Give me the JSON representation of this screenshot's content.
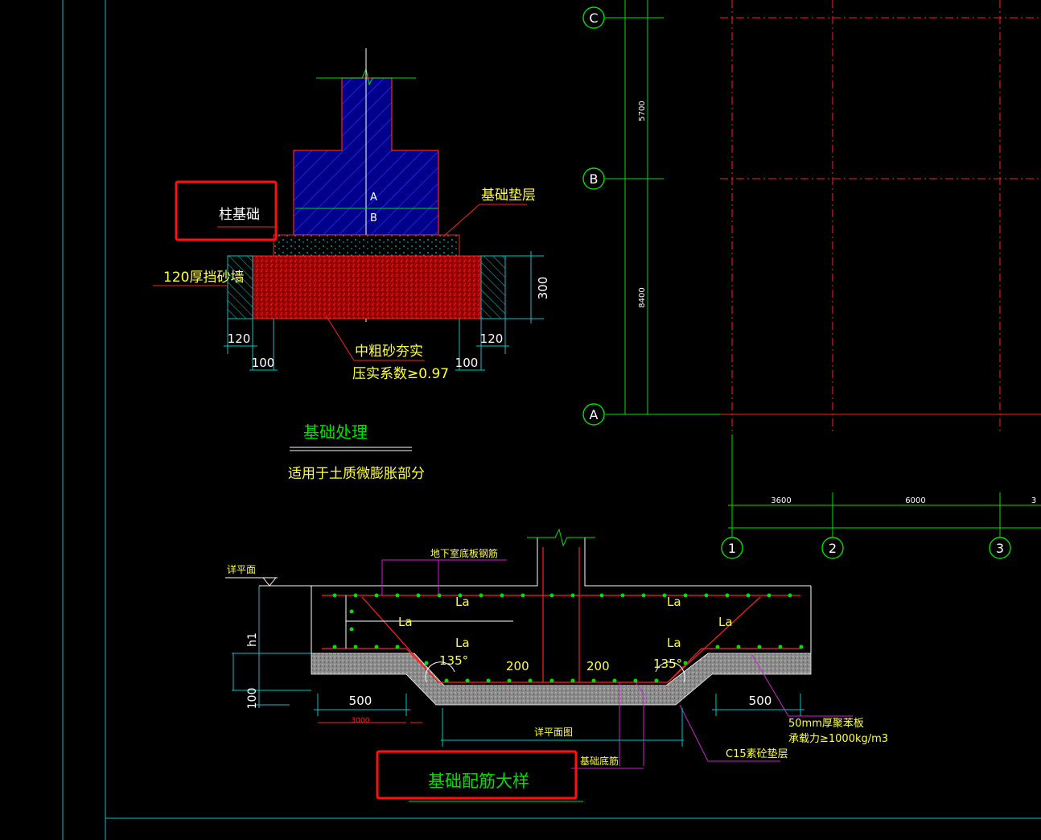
{
  "canvas_bg": "#000000",
  "colors": {
    "frame": "#00c8c8",
    "green": "#00e000",
    "red": "#ff2020",
    "yellow": "#ffff40",
    "magenta": "#d020d0",
    "blue_hatch": "#2020ff",
    "white": "#ffffff",
    "highlight": "#ff1010"
  },
  "grid": {
    "axis_c": "C",
    "axis_b": "B",
    "axis_a": "A",
    "axis_1": "1",
    "axis_2": "2",
    "axis_3": "3",
    "dim_cb": "5700",
    "dim_ba": "8400",
    "dim_12": "3600",
    "dim_23": "6000",
    "dim_3x": "3"
  },
  "column_footing": {
    "section_a": "A",
    "section_b": "B",
    "label_footing": "柱基础",
    "label_cushion": "基础垫层",
    "label_wall": "120厚挡砂墙",
    "dim_height": "300",
    "dim_left_120": "120",
    "dim_left_100": "100",
    "dim_right_120": "120",
    "dim_right_100": "100",
    "note_fill_1": "中粗砂夯实",
    "note_fill_2": "压实系数≥0.97",
    "title": "基础处理",
    "subtitle": "适用于土质微膨胀部分"
  },
  "raft_detail": {
    "label_level": "详平面",
    "label_rebar_top": "地下室底板钢筋",
    "la_1": "La",
    "la_2": "La",
    "la_3": "La",
    "la_4": "La",
    "la_5": "La",
    "la_6": "La",
    "angle_left": "135°",
    "angle_right": "135°",
    "dim_200_left": "200",
    "dim_200_right": "200",
    "dim_h1": "h1",
    "dim_100": "100",
    "dim_500_left": "500",
    "dim_500_right": "500",
    "dim_3000": "3000",
    "label_plan": "详平面图",
    "label_bottom": "基础底筋",
    "label_board_1": "50mm厚聚苯板",
    "label_board_2": "承载力≥1000kg/m3",
    "label_c15": "C15素砼垫层",
    "title": "基础配筋大样"
  }
}
